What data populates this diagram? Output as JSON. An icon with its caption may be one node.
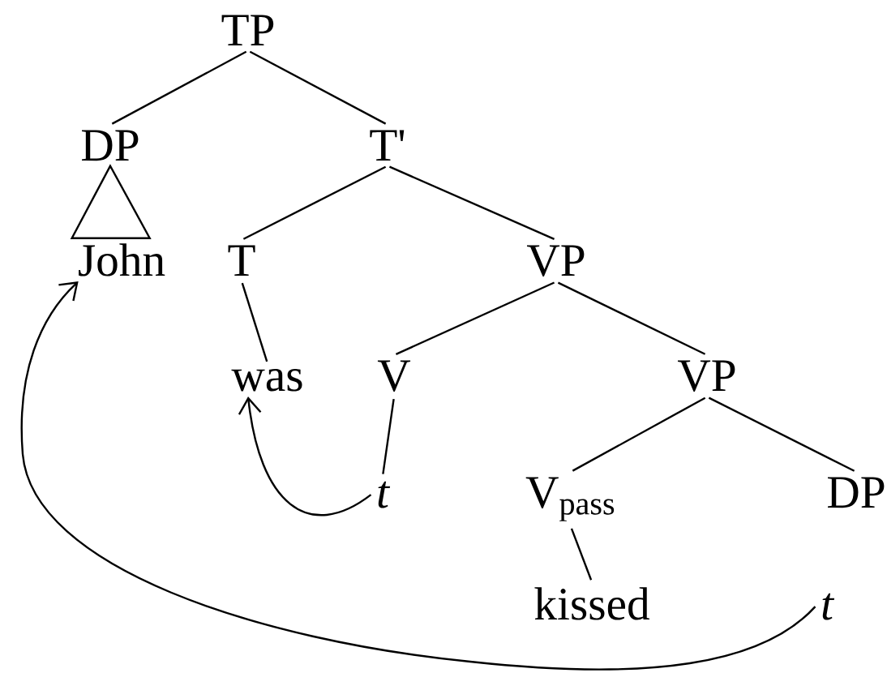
{
  "diagram": {
    "nodes": [
      {
        "text": [
          "TP"
        ]
      },
      {
        "text": [
          "DP"
        ]
      },
      {
        "text": [
          "T'"
        ]
      },
      {
        "text": [
          "John"
        ]
      },
      {
        "text": [
          "T"
        ]
      },
      {
        "text": [
          "VP"
        ]
      },
      {
        "text": [
          "was"
        ]
      },
      {
        "text": [
          "V"
        ]
      },
      {
        "text": [
          "VP"
        ]
      },
      {
        "text": [
          "t"
        ]
      },
      {
        "text": [
          "V$_{pass}$"
        ]
      },
      {
        "text": [
          "DP"
        ]
      },
      {
        "text": [
          "kissed"
        ]
      },
      {
        "text": [
          "t"
        ]
      }
    ],
    "edges": [
      {
        "from": 0,
        "to": 1,
        "arrow": "none"
      },
      {
        "from": 0,
        "to": 2,
        "arrow": "none"
      },
      {
        "from": 1,
        "to": 3,
        "arrow": "none"
      },
      {
        "from": 2,
        "to": 4,
        "arrow": "none"
      },
      {
        "from": 2,
        "to": 5,
        "arrow": "none"
      },
      {
        "from": 4,
        "to": 6,
        "arrow": "none"
      },
      {
        "from": 5,
        "to": 7,
        "arrow": "none"
      },
      {
        "from": 5,
        "to": 8,
        "arrow": "none"
      },
      {
        "from": 7,
        "to": 9,
        "arrow": "none"
      },
      {
        "from": 8,
        "to": 10,
        "arrow": "none"
      },
      {
        "from": 8,
        "to": 11,
        "arrow": "none"
      },
      {
        "from": 10,
        "to": 12,
        "arrow": "none"
      },
      {
        "from": 9,
        "to": 6,
        "arrow": "to"
      },
      {
        "from": 13,
        "to": 3,
        "arrow": "to"
      }
    ]
  }
}
